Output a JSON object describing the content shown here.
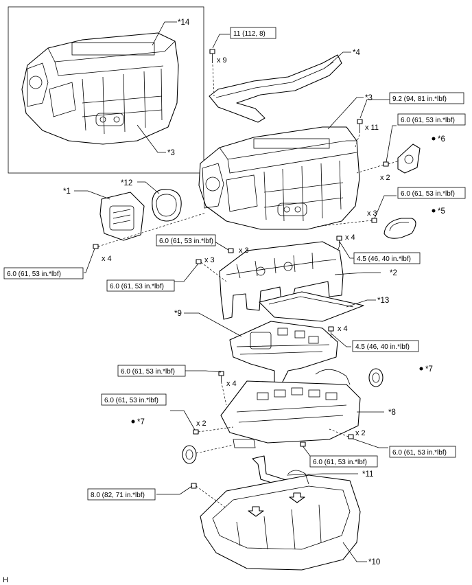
{
  "callouts": {
    "c1": "*1",
    "c2": "*2",
    "c3_inset": "*3",
    "c3_main": "*3",
    "c4": "*4",
    "c5": "*5",
    "c6": "*6",
    "c7_right": "*7",
    "c7_left": "*7",
    "c8": "*8",
    "c9": "*9",
    "c10": "*10",
    "c11": "*11",
    "c12": "*12",
    "c13": "*13",
    "c14": "*14"
  },
  "torques": {
    "t_11": "11 (112, 8)",
    "t_9_2": "9.2 (94, 81 in.*lbf)",
    "t_6_0_a": "6.0 (61, 53 in.*lbf)",
    "t_6_0_b": "6.0 (61, 53 in.*lbf)",
    "t_6_0_c": "6.0 (61, 53 in.*lbf)",
    "t_6_0_d": "6.0 (61, 53 in.*lbf)",
    "t_6_0_e": "6.0 (61, 53 in.*lbf)",
    "t_6_0_f": "6.0 (61, 53 in.*lbf)",
    "t_6_0_g": "6.0 (61, 53 in.*lbf)",
    "t_6_0_h": "6.0 (61, 53 in.*lbf)",
    "t_6_0_i": "6.0 (61, 53 in.*lbf)",
    "t_4_5_a": "4.5 (46, 40 in.*lbf)",
    "t_4_5_b": "4.5 (46, 40 in.*lbf)",
    "t_8_0": "8.0 (82, 71 in.*lbf)"
  },
  "counts": {
    "x9": "x 9",
    "x11": "x 11",
    "x2_top": "x 2",
    "x3_right": "x 3",
    "x4_left": "x 4",
    "x3_mid": "x 3",
    "x3_left": "x 3",
    "x4_topright": "x 4",
    "x4_mid": "x 4",
    "x4_lower": "x 4",
    "x2_left": "x 2",
    "x2_right": "x 2"
  },
  "figure_code": "H",
  "colors": {
    "line": "#000000",
    "background": "#ffffff"
  }
}
